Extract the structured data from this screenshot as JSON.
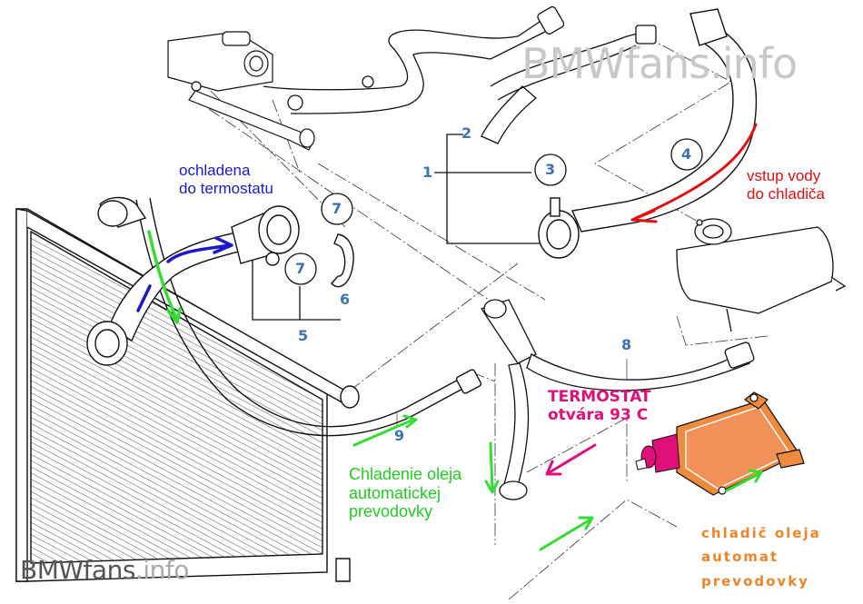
{
  "diagram": {
    "title": "BMW cooling system hose diagram",
    "watermark_top": "BMWfans.info",
    "watermark_bottom": {
      "brand": "BMWfans",
      "suffix": ".info"
    },
    "part_numbers": {
      "p1": "1",
      "p2": "2",
      "p3": "3",
      "p4": "4",
      "p5": "5",
      "p6": "6",
      "p7a": "7",
      "p7b": "7",
      "p8": "8",
      "p9": "9"
    },
    "annotations": {
      "cooled_to_thermostat": {
        "line1": "ochladena",
        "line2": "do termostatu",
        "color": "#1a1acc"
      },
      "water_inlet_to_radiator": {
        "line1": "vstup vody",
        "line2": "do chladiča",
        "color": "#e01010"
      },
      "thermostat": {
        "line1": "TERMOSTAT",
        "line2": "otvára 93 C",
        "color": "#e0107a"
      },
      "transmission_oil_cooling": {
        "line1": "Chladenie oleja",
        "line2": "automatickej",
        "line3": "prevodovky",
        "color": "#22cc22"
      },
      "oil_cooler": {
        "line1": "chladič oleja",
        "line2": "automat",
        "line3": "prevodovky",
        "color": "#f08428"
      }
    },
    "components": [
      "thermostat-housing",
      "upper-hose",
      "radiator",
      "expansion-tank",
      "transmission-oil-cooler",
      "oil-cooler-thermostat",
      "hose-2",
      "hose-4",
      "hose-6",
      "hose-8",
      "hose-9"
    ]
  }
}
